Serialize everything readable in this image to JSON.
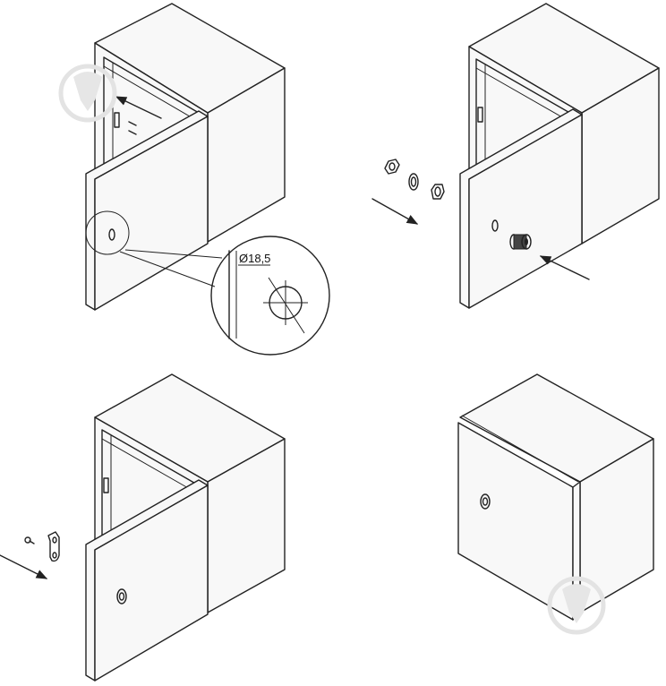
{
  "detail": {
    "dimension_label": "Ø18,5"
  },
  "steps": [
    {
      "id": "step-1",
      "action": "drill-hole"
    },
    {
      "id": "step-2",
      "action": "insert-lock-with-washers"
    },
    {
      "id": "step-3",
      "action": "attach-cam-with-screw"
    },
    {
      "id": "step-4",
      "action": "close-door"
    }
  ],
  "colors": {
    "line": "#222222",
    "background": "#ffffff",
    "watermark": "#e3e3e3"
  },
  "icons": [
    "arrow-icon",
    "hexagon-nut-icon",
    "washer-icon",
    "square-nut-icon",
    "lock-cylinder-icon",
    "screw-icon",
    "cam-latch-icon",
    "watermark-logo-icon"
  ]
}
